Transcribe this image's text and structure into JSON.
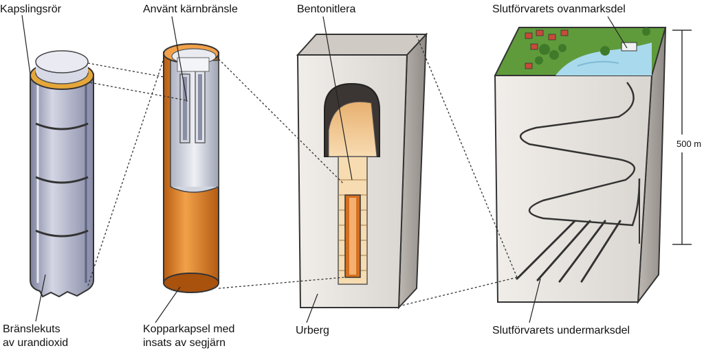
{
  "labels": {
    "cladding_tube": "Kapslingsrör",
    "spent_fuel": "Använt kärnbränsle",
    "bentonite": "Bentonitlera",
    "surface_part": "Slutförvarets ovanmarksdel",
    "fuel_pellet_line1": "Bränslekuts",
    "fuel_pellet_line2": "av urandioxid",
    "copper_canister_line1": "Kopparkapsel med",
    "copper_canister_line2": "insats av segjärn",
    "bedrock": "Urberg",
    "underground_part": "Slutförvarets undermarksdel",
    "depth": "500 m"
  },
  "colors": {
    "copper": "#d9771e",
    "copper_light": "#f2a14a",
    "steel": "#c9cbd8",
    "fuel_rod": "#9c9fb8",
    "bentonite": "#f1c690",
    "rock": "#e6e3df",
    "water": "#a9d9ec",
    "grass": "#5f9b3b"
  }
}
